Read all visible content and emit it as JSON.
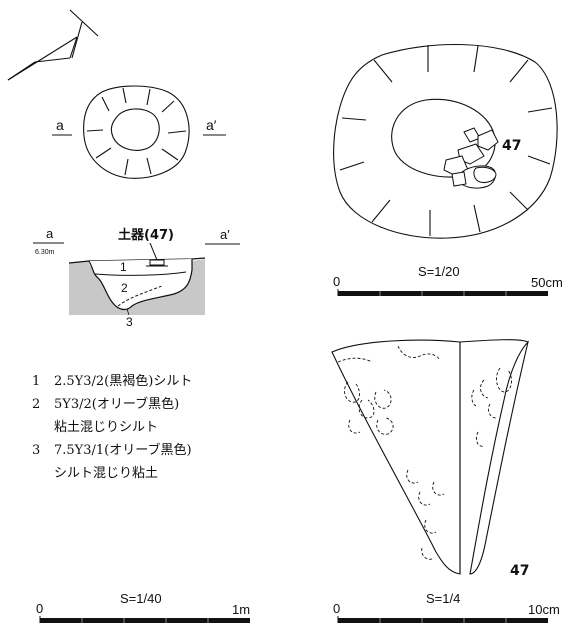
{
  "pit": {
    "label_a": "a",
    "label_a_prime": "a′",
    "section_label_a": "a",
    "section_label_a_prime": "a′",
    "elevation": "6.30m",
    "pottery_label": "土器(47)",
    "layer_numbers": [
      "1",
      "2",
      "3"
    ]
  },
  "legend": {
    "items": [
      {
        "num": "1",
        "lines": [
          "2.5Y3/2(黒褐色)シルト"
        ]
      },
      {
        "num": "2",
        "lines": [
          "5Y3/2(オリーブ黒色)",
          "粘土混じりシルト"
        ]
      },
      {
        "num": "3",
        "lines": [
          "7.5Y3/1(オリーブ黒色)",
          "シルト混じり粘土"
        ]
      }
    ]
  },
  "scale_1_40": {
    "zero": "0",
    "ratio": "S=1/40",
    "end": "1m"
  },
  "scale_1_20": {
    "zero": "0",
    "ratio": "S=1/20",
    "end": "50cm"
  },
  "scale_1_4": {
    "zero": "0",
    "ratio": "S=1/4",
    "end": "10cm"
  },
  "detail": {
    "artifact_number": "47"
  },
  "artifact": {
    "artifact_number": "47"
  },
  "colors": {
    "ink": "#111111",
    "soil_fill": "#c8c8c8"
  }
}
